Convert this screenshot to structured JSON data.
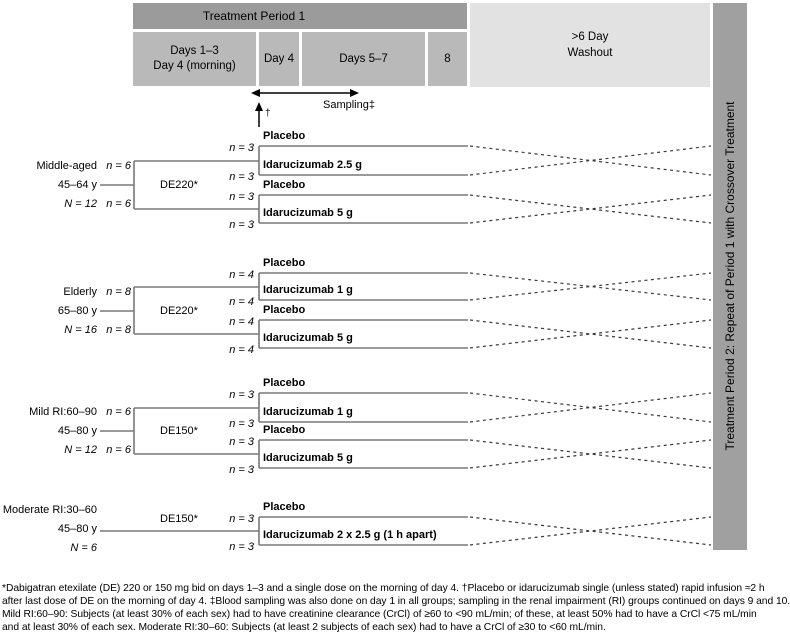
{
  "figure": {
    "colors": {
      "period1_bar": "#9b9b9b",
      "day_box": "#b9b9b9",
      "washout_box": "#e2e2e2",
      "period2_bar": "#a0a0a0"
    },
    "header": {
      "period1": "Treatment Period 1",
      "days13_line1": "Days 1–3",
      "days13_line2": "Day 4 (morning)",
      "day4": "Day 4",
      "days57": "Days 5–7",
      "day8": "8",
      "washout_line1": ">6 Day",
      "washout_line2": "Washout",
      "period2": "Treatment Period 2: Repeat of Period 1 with Crossover Treatment"
    },
    "timeline": {
      "sampling": "Sampling‡",
      "infusion_marker": "†"
    },
    "groups": [
      {
        "name": "Middle-aged",
        "age": "45–64 y",
        "total": "N = 12",
        "n_top": "n = 6",
        "n_bottom": "n = 6",
        "treatment": "DE220*",
        "arms": [
          {
            "n": "n = 3",
            "label": "Placebo"
          },
          {
            "n": "n = 3",
            "label": "Idarucizumab 2.5 g"
          },
          {
            "n": "n = 3",
            "label": "Placebo"
          },
          {
            "n": "n = 3",
            "label": "Idarucizumab 5 g"
          }
        ]
      },
      {
        "name": "Elderly",
        "age": "65–80 y",
        "total": "N = 16",
        "n_top": "n = 8",
        "n_bottom": "n = 8",
        "treatment": "DE220*",
        "arms": [
          {
            "n": "n = 4",
            "label": "Placebo"
          },
          {
            "n": "n = 4",
            "label": "Idarucizumab 1 g"
          },
          {
            "n": "n = 4",
            "label": "Placebo"
          },
          {
            "n": "n = 4",
            "label": "Idarucizumab 5 g"
          }
        ]
      },
      {
        "name": "Mild RI:60–90",
        "age": "45–80 y",
        "total": "N = 12",
        "n_top": "n = 6",
        "n_bottom": "n = 6",
        "treatment": "DE150*",
        "arms": [
          {
            "n": "n = 3",
            "label": "Placebo"
          },
          {
            "n": "n = 3",
            "label": "Idarucizumab 1 g"
          },
          {
            "n": "n = 3",
            "label": "Placebo"
          },
          {
            "n": "n = 3",
            "label": "Idarucizumab 5 g"
          }
        ]
      },
      {
        "name": "Moderate RI:30–60",
        "age": "45–80 y",
        "total": "N = 6",
        "treatment": "DE150*",
        "arms": [
          {
            "n": "n = 3",
            "label": "Placebo"
          },
          {
            "n": "n = 3",
            "label": "Idarucizumab 2 x 2.5 g (1 h apart)"
          }
        ]
      }
    ],
    "footnote": {
      "line1": "*Dabigatran etexilate (DE) 220 or 150 mg bid on days 1–3 and a single dose on the morning of day 4. †Placebo or idarucizumab single (unless stated) rapid infusion ≈2 h",
      "line2": "after last dose of DE on the morning of day 4. ‡Blood sampling was also done on day 1 in all groups; sampling in the renal impairment (RI) groups continued on days 9 and 10.",
      "line3": "Mild RI:60–90: Subjects (at least 30% of each sex) had to have creatinine clearance (CrCl) of ≥60 to <90 mL/min; of these, at least 50% had to have a CrCl <75 mL/min",
      "line4": "and at least 30% of each sex. Moderate RI:30–60: Subjects (at least 2 subjects of each sex) had to have a CrCl of ≥30 to <60 mL/min."
    }
  }
}
